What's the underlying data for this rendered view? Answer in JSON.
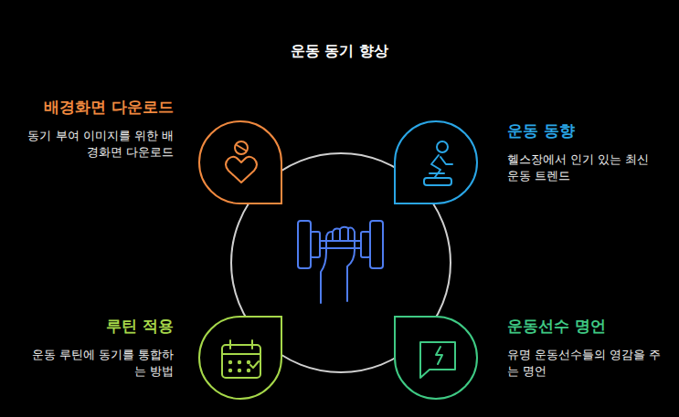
{
  "diagram": {
    "title": "운동 동기 향상",
    "nodes": [
      {
        "text": [
          "배경화면 다운로드",
          "동기 부여 이미지를 위한 배경화면 다운로드"
        ]
      },
      {
        "text": [
          "운동 동향",
          "헬스장에서 인기 있는 최신 운동 트렌드"
        ]
      },
      {
        "text": [
          "루틴 적용",
          "운동 루틴에 동기를 통합하는 방법"
        ]
      },
      {
        "text": [
          "운동선수 명언",
          "유명 운동선수들의 영감을 주는 명언"
        ]
      }
    ]
  }
}
